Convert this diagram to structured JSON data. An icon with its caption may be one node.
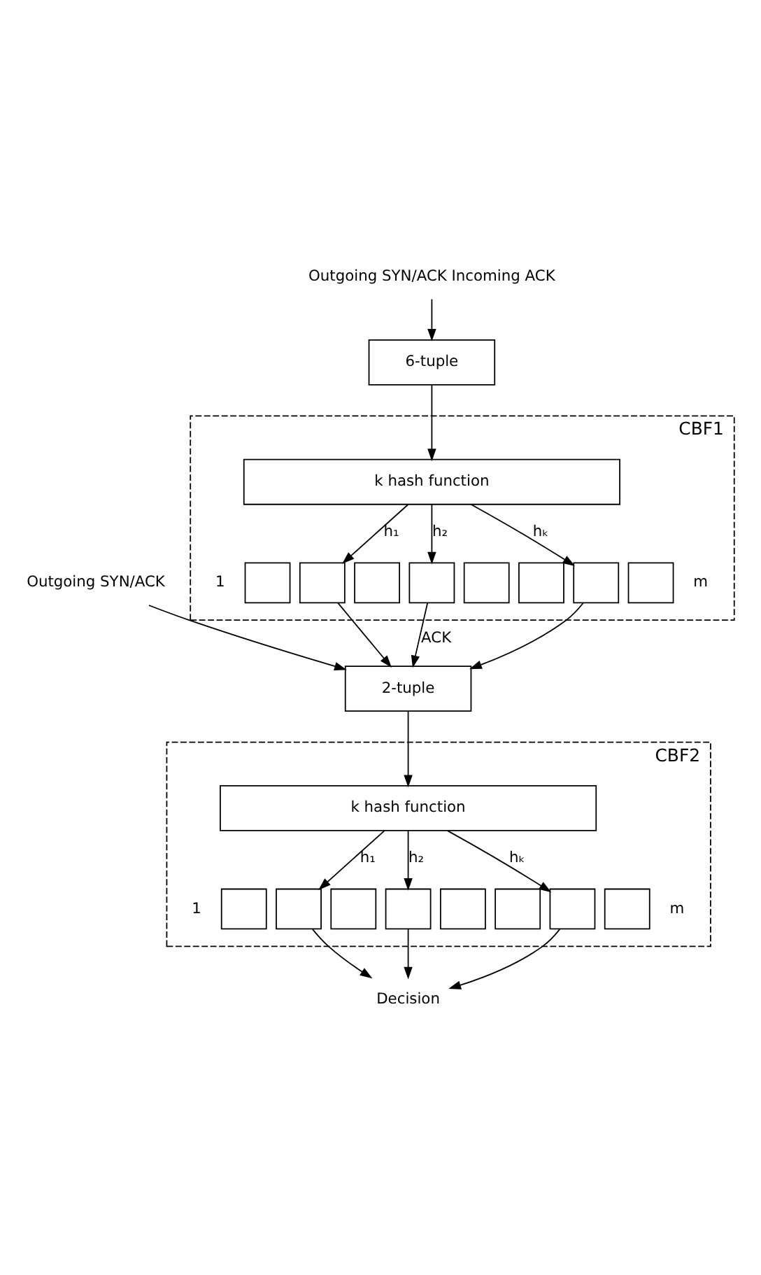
{
  "diagram": {
    "nodes": [
      {
        "text": [
          "Outgoing SYN/ACK"
        ]
      },
      {
        "text": [
          "Outgoing SYN/ACK Incoming ACK"
        ]
      },
      {
        "text": [
          "6-tuple"
        ]
      },
      {
        "text": [
          "CBF1"
        ]
      },
      {
        "text": [
          "k hash function"
        ],
        "in": 3
      },
      {
        "text": [],
        "shape": "box",
        "in": 3
      },
      {
        "text": [],
        "shape": "box",
        "in": 3
      },
      {
        "text": [],
        "shape": "box",
        "in": 3
      },
      {
        "text": [],
        "shape": "box",
        "in": 3
      },
      {
        "text": [],
        "shape": "box",
        "in": 3
      },
      {
        "text": [],
        "shape": "box",
        "in": 3
      },
      {
        "text": [],
        "shape": "box",
        "in": 3
      },
      {
        "text": [],
        "shape": "box",
        "in": 3
      },
      {
        "text": [
          "2-tuple"
        ]
      },
      {
        "text": [
          "CBF2"
        ]
      },
      {
        "text": [
          "k hash function"
        ],
        "in": 14
      },
      {
        "text": [],
        "shape": "box",
        "in": 14
      },
      {
        "text": [],
        "shape": "box",
        "in": 14
      },
      {
        "text": [],
        "shape": "box",
        "in": 14
      },
      {
        "text": [],
        "shape": "box",
        "in": 14
      },
      {
        "text": [],
        "shape": "box",
        "in": 14
      },
      {
        "text": [],
        "shape": "box",
        "in": 14
      },
      {
        "text": [],
        "shape": "box",
        "in": 14
      },
      {
        "text": [],
        "shape": "box",
        "in": 14
      },
      {
        "text": [
          "Decision"
        ]
      }
    ],
    "edges": [
      {
        "from": 1,
        "to": 2,
        "arrow": "to"
      },
      {
        "from": 2,
        "to": 4,
        "arrow": "to"
      },
      {
        "from": 4,
        "to": 6,
        "arrow": "to",
        "label": "h₁"
      },
      {
        "from": 4,
        "to": 8,
        "arrow": "to",
        "label": "h₂"
      },
      {
        "from": 4,
        "to": 11,
        "arrow": "to",
        "label": "hₖ"
      },
      {
        "from": 6,
        "to": 13,
        "arrow": "to"
      },
      {
        "from": 8,
        "to": 13,
        "arrow": "to",
        "label": "ACK"
      },
      {
        "from": 11,
        "to": 13,
        "arrow": "to"
      },
      {
        "from": 0,
        "to": 13,
        "arrow": "to"
      },
      {
        "from": 13,
        "to": 15,
        "arrow": "to"
      },
      {
        "from": 15,
        "to": 17,
        "arrow": "to",
        "label": "h₁"
      },
      {
        "from": 15,
        "to": 19,
        "arrow": "to",
        "label": "h₂"
      },
      {
        "from": 15,
        "to": 22,
        "arrow": "to",
        "label": "hₖ"
      },
      {
        "from": 17,
        "to": 24,
        "arrow": "to"
      },
      {
        "from": 19,
        "to": 24,
        "arrow": "to"
      },
      {
        "from": 22,
        "to": 24,
        "arrow": "to"
      }
    ],
    "labels": [
      "1",
      "m",
      "1",
      "m"
    ]
  }
}
